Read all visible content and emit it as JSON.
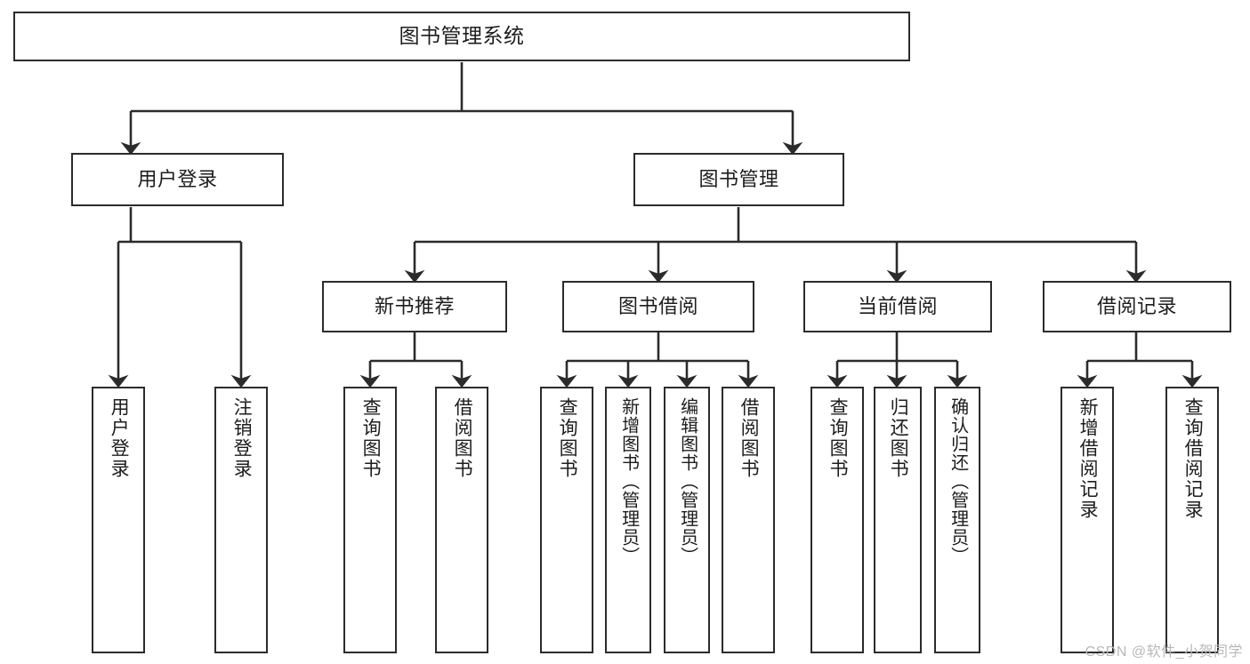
{
  "diagram": {
    "title": "图书管理系统",
    "type": "功能结构图",
    "background_color": "#ffffff",
    "line_color": "#2b2b2b",
    "text_color": "#1d1d1d"
  },
  "nodes": {
    "root": {
      "label": "图书管理系统"
    },
    "level1": [
      {
        "id": "user-login",
        "label": "用户登录"
      },
      {
        "id": "book-manage",
        "label": "图书管理"
      }
    ],
    "level2": [
      {
        "id": "new-book-recommend",
        "label": "新书推荐"
      },
      {
        "id": "book-borrow",
        "label": "图书借阅"
      },
      {
        "id": "current-borrow",
        "label": "当前借阅"
      },
      {
        "id": "borrow-record",
        "label": "借阅记录"
      }
    ],
    "leaves": {
      "user_login": [
        {
          "id": "leaf-user-login",
          "label": "用户登录"
        },
        {
          "id": "leaf-user-logout",
          "label": "注销登录"
        }
      ],
      "new_book_recommend": [
        {
          "id": "leaf-query-book-1",
          "label": "查询图书"
        },
        {
          "id": "leaf-borrow-book-1",
          "label": "借阅图书"
        }
      ],
      "book_borrow": [
        {
          "id": "leaf-query-book-2",
          "label": "查询图书"
        },
        {
          "id": "leaf-add-book",
          "label": "新增图书（管理员）"
        },
        {
          "id": "leaf-edit-book",
          "label": "编辑图书（管理员）"
        },
        {
          "id": "leaf-borrow-book-2",
          "label": "借阅图书"
        }
      ],
      "current_borrow": [
        {
          "id": "leaf-query-book-3",
          "label": "查询图书"
        },
        {
          "id": "leaf-return-book",
          "label": "归还图书"
        },
        {
          "id": "leaf-confirm-return",
          "label": "确认归还（管理员）"
        }
      ],
      "borrow_record": [
        {
          "id": "leaf-add-record",
          "label": "新增借阅记录"
        },
        {
          "id": "leaf-query-record",
          "label": "查询借阅记录"
        }
      ]
    }
  },
  "watermark": {
    "text": "CSDN @软件_小贺同学"
  }
}
